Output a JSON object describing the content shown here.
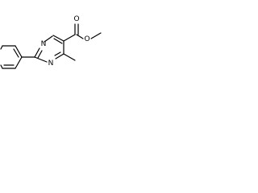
{
  "molecule": {
    "atom_labels": {
      "nitrogen_top": "N",
      "nitrogen_bottom": "N",
      "ester_carbonyl_oxygen": "O",
      "ester_ether_oxygen": "O"
    },
    "colors": {
      "bond": "#000000",
      "label": "#000000",
      "background": "#ffffff"
    }
  }
}
